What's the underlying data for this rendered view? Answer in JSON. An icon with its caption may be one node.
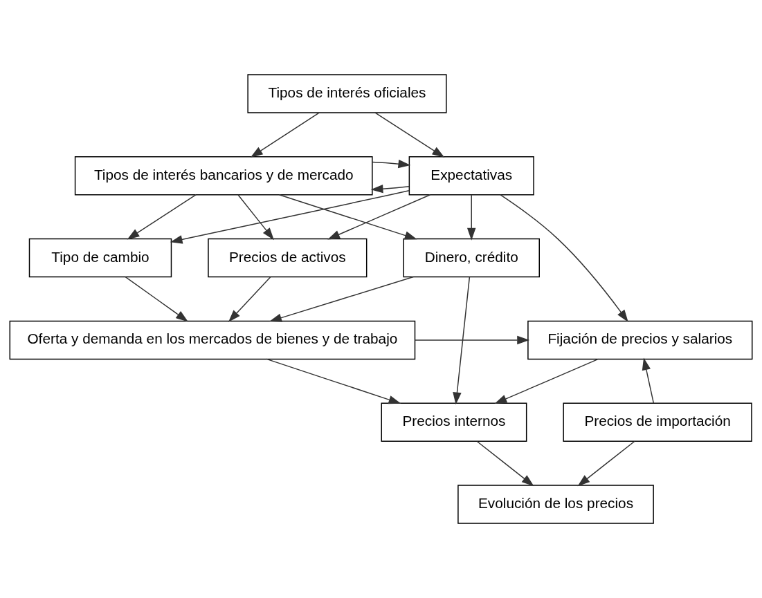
{
  "diagram": {
    "nodes": [
      {
        "text": [
          "Tipos de interés oficiales"
        ]
      },
      {
        "text": [
          "Expectativas"
        ]
      },
      {
        "text": [
          "Tipos de interés bancarios y de mercado"
        ]
      },
      {
        "text": [
          "Dinero, crédito"
        ]
      },
      {
        "text": [
          "Precios de activos"
        ]
      },
      {
        "text": [
          "Tipo de cambio"
        ]
      },
      {
        "text": [
          "Fijación de precios y salarios"
        ]
      },
      {
        "text": [
          "Oferta y demanda en los mercados de bienes y de trabajo"
        ]
      },
      {
        "text": [
          "Precios internos"
        ]
      },
      {
        "text": [
          "Precios de importación"
        ]
      },
      {
        "text": [
          "Evolución de los precios"
        ]
      }
    ],
    "edges": [
      {
        "from": 0,
        "to": 1,
        "arrow": "to"
      },
      {
        "from": 0,
        "to": 2,
        "arrow": "to"
      },
      {
        "from": 1,
        "to": 2,
        "arrow": "to"
      },
      {
        "from": 2,
        "to": 1,
        "arrow": "to"
      },
      {
        "from": 1,
        "to": 6,
        "arrow": "to"
      },
      {
        "from": 1,
        "to": 3,
        "arrow": "to"
      },
      {
        "from": 1,
        "to": 4,
        "arrow": "to"
      },
      {
        "from": 1,
        "to": 5,
        "arrow": "to"
      },
      {
        "from": 2,
        "to": 3,
        "arrow": "to"
      },
      {
        "from": 2,
        "to": 4,
        "arrow": "to"
      },
      {
        "from": 2,
        "to": 5,
        "arrow": "to"
      },
      {
        "from": 3,
        "to": 7,
        "arrow": "to"
      },
      {
        "from": 4,
        "to": 7,
        "arrow": "to"
      },
      {
        "from": 5,
        "to": 7,
        "arrow": "to"
      },
      {
        "from": 3,
        "to": 8,
        "arrow": "to"
      },
      {
        "from": 7,
        "to": 6,
        "arrow": "to"
      },
      {
        "from": 7,
        "to": 8,
        "arrow": "to"
      },
      {
        "from": 9,
        "to": 6,
        "arrow": "to"
      },
      {
        "from": 6,
        "to": 8,
        "arrow": "to"
      },
      {
        "from": 8,
        "to": 10,
        "arrow": "to"
      },
      {
        "from": 9,
        "to": 10,
        "arrow": "to"
      }
    ]
  }
}
